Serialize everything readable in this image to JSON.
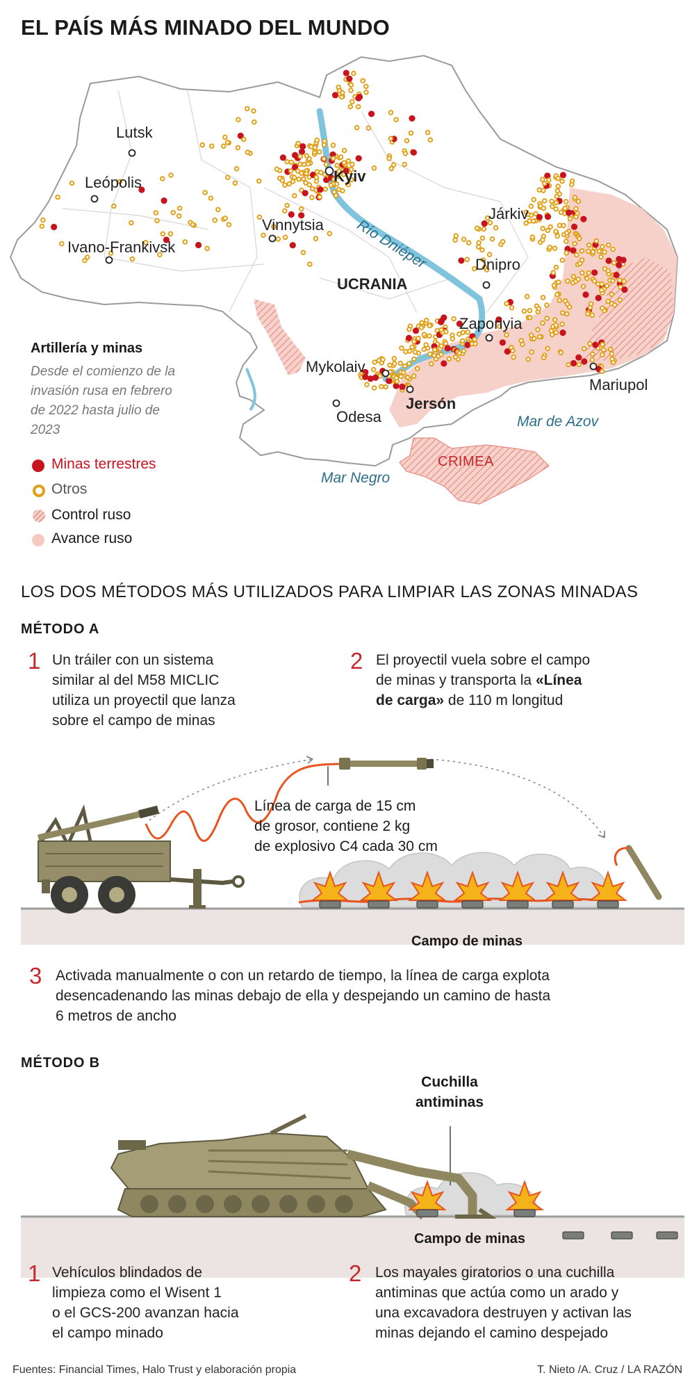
{
  "title": "EL PAÍS MÁS MINADO DEL MUNDO",
  "map": {
    "cities": {
      "lutsk": "Lutsk",
      "leopolis": "Leópolis",
      "ivano": "Ivano-Frankivsk",
      "vinnytsia": "Vinnytsia",
      "kyiv": "Kyiv",
      "jarkiv": "Járkiv",
      "dnipro": "Dnipro",
      "zaporiyia": "Zaporiyia",
      "mariupol": "Mariupol",
      "mykolaiv": "Mykolaiv",
      "odesa": "Odesa",
      "jerson": "Jersón"
    },
    "country": "UCRANIA",
    "river": "Río Dniéper",
    "mar_negro": "Mar Negro",
    "mar_azov": "Mar de Azov",
    "crimea": "CRIMEA",
    "colors": {
      "mine": "#c8141e",
      "other": "#e0a018",
      "russian": "#f4c9bf",
      "hatch": "#e58a80",
      "water": "#7fc3dc"
    }
  },
  "legend": {
    "title": "Artillería y minas",
    "subtitle": "Desde el comienzo de la invasión rusa en febrero de 2022 hasta julio de 2023",
    "items": [
      "Minas terrestres",
      "Otros",
      "Control ruso",
      "Avance ruso"
    ]
  },
  "section_heading": "LOS DOS MÉTODOS MÁS UTILIZADOS PARA LIMPIAR LAS ZONAS MINADAS",
  "method_a": {
    "label": "MÉTODO  A",
    "step1_num": "1",
    "step1": [
      "Un tráiler con un sistema",
      "similar al del M58 MICLIC",
      "utiliza un proyectil que lanza",
      "sobre el campo de minas"
    ],
    "step2_num": "2",
    "step2_line1": "El proyectil vuela sobre el campo",
    "step2_line2a": "de minas y transporta la ",
    "step2_bold1": "«Línea",
    "step2_bold2": "de carga»",
    "step2_line3b": " de 110 m longitud",
    "annotation": [
      "Línea de carga de 15 cm",
      "de grosor, contiene 2 kg",
      "de explosivo C4 cada 30 cm"
    ],
    "field": "Campo de minas",
    "step3_num": "3",
    "step3": [
      "Activada manualmente o con un retardo de tiempo, la línea de carga explota",
      "desencadenando las minas debajo de ella y despejando un camino de hasta",
      "6 metros de ancho"
    ]
  },
  "method_b": {
    "label": "MÉTODO  B",
    "blade_label": [
      "Cuchilla",
      "antiminas"
    ],
    "field": "Campo de minas",
    "step1_num": "1",
    "step1": [
      "Vehículos blindados de",
      "limpieza como el Wisent 1",
      "o el GCS-200 avanzan hacia",
      "el campo minado"
    ],
    "step2_num": "2",
    "step2": [
      "Los mayales giratorios o una cuchilla",
      "antiminas que actúa como un arado y",
      "una excavadora destruyen y activan las",
      "minas dejando el camino despejado"
    ]
  },
  "footer": {
    "sources": "Fuentes: Financial Times, Halo Trust y elaboración propia",
    "credit": "T. Nieto /A. Cruz / LA RAZÓN"
  }
}
